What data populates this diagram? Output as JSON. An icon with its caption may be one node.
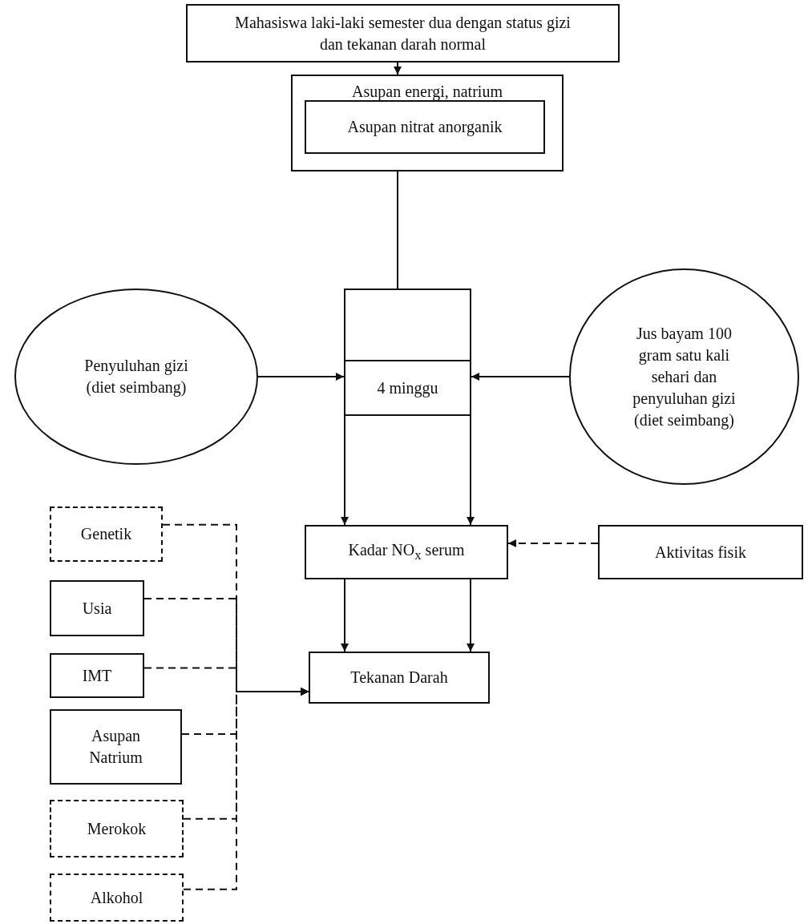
{
  "diagram": {
    "nodes": [
      {
        "text": [
          "Mahasiswa laki-laki semester dua dengan status gizi dan tekanan darah normal"
        ]
      },
      {
        "text": [
          "Asupan energi, natrium"
        ]
      },
      {
        "text": [
          "Asupan nitrat anorganik"
        ],
        "in": 1
      },
      {
        "text": [
          "Penyuluhan gizi (diet seimbang)"
        ]
      },
      {
        "text": [],
        "shape": "box"
      },
      {
        "text": [
          "4 minggu"
        ]
      },
      {
        "text": [
          "Jus bayam 100 gram satu kali sehari dan penyuluhan gizi (diet seimbang)"
        ]
      },
      {
        "text": [
          "Kadar NO$_{x}$ serum"
        ]
      },
      {
        "text": [
          "Aktivitas fisik"
        ]
      },
      {
        "text": [
          "Tekanan Darah"
        ]
      },
      {
        "text": [
          "Genetik"
        ]
      },
      {
        "text": [
          "Usia"
        ]
      },
      {
        "text": [
          "IMT"
        ]
      },
      {
        "text": [
          "Asupan Natrium"
        ]
      },
      {
        "text": [
          "Merokok"
        ]
      },
      {
        "text": [
          "Alkohol"
        ]
      }
    ],
    "edges": [
      {
        "from": 0,
        "to": 1,
        "arrow": "to"
      },
      {
        "from": 1,
        "to": 4,
        "arrow": "none"
      },
      {
        "from": 3,
        "to": 5,
        "arrow": "to"
      },
      {
        "from": 6,
        "to": 5,
        "arrow": "to"
      },
      {
        "from": 5,
        "to": 7,
        "arrow": "to"
      },
      {
        "from": 5,
        "to": 7,
        "arrow": "to"
      },
      {
        "from": 8,
        "to": 7,
        "arrow": "to",
        "style": "dashed"
      },
      {
        "from": 7,
        "to": 9,
        "arrow": "to"
      },
      {
        "from": 7,
        "to": 9,
        "arrow": "to"
      },
      {
        "from": 10,
        "to": 9,
        "arrow": "to",
        "style": "dashed"
      },
      {
        "from": 11,
        "to": 9,
        "arrow": "to",
        "style": "dashed"
      },
      {
        "from": 12,
        "to": 9,
        "arrow": "to",
        "style": "dashed"
      },
      {
        "from": 13,
        "to": 9,
        "arrow": "to",
        "style": "dashed"
      },
      {
        "from": 14,
        "to": 9,
        "arrow": "to",
        "style": "dashed"
      },
      {
        "from": 15,
        "to": 9,
        "arrow": "to",
        "style": "dashed"
      }
    ]
  }
}
